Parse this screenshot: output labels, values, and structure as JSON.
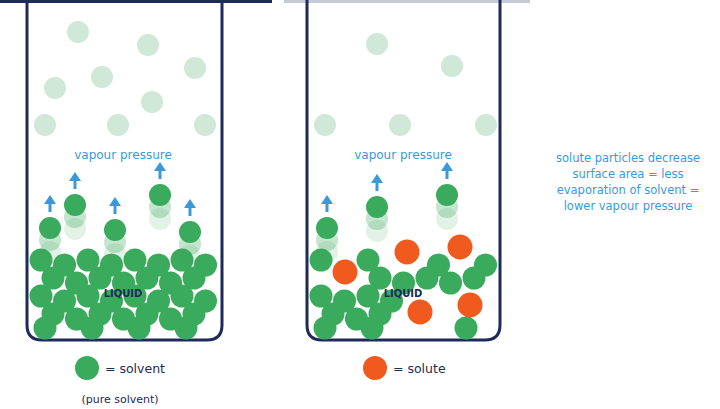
{
  "diagram": {
    "labels": [
      "vapour pressure",
      "LIQUID",
      "vapour pressure",
      "LIQUID",
      "(pure solvent)",
      "solute particles decrease surface area = less evaporation of solvent = lower vapour pressure"
    ],
    "legend": [
      {
        "text": "= solvent",
        "color": "#3aaa5c"
      },
      {
        "text": "= solute",
        "color": "#f05a1e"
      }
    ]
  }
}
